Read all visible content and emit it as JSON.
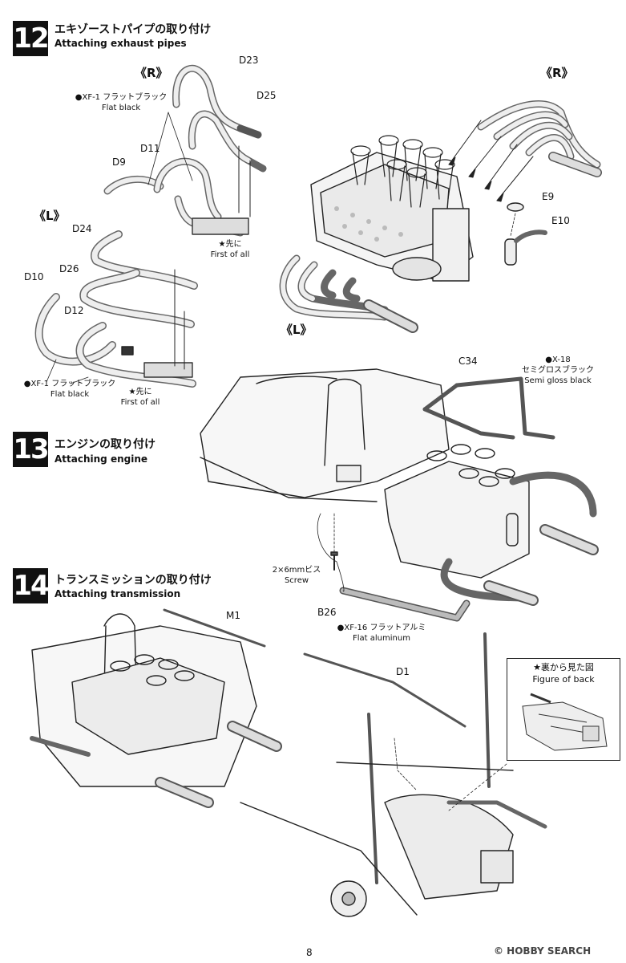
{
  "steps": [
    {
      "number": "12",
      "title_jp": "エキゾーストパイプの取り付け",
      "title_en": "Attaching exhaust pipes"
    },
    {
      "number": "13",
      "title_jp": "エンジンの取り付け",
      "title_en": "Attaching engine"
    },
    {
      "number": "14",
      "title_jp": "トランスミッションの取り付け",
      "title_en": "Attaching transmission"
    }
  ],
  "step12": {
    "bracket_r_left": "《R》",
    "bracket_l_left": "《L》",
    "bracket_r_right": "《R》",
    "bracket_l_right": "《L》",
    "parts": {
      "d23": "D23",
      "d25": "D25",
      "d11": "D11",
      "d9": "D9",
      "d24": "D24",
      "d26": "D26",
      "d10": "D10",
      "d12": "D12",
      "e9": "E9",
      "e10": "E10"
    },
    "paint_r_jp": "●XF-1 フラットブラック",
    "paint_r_en": "Flat black",
    "paint_l_jp": "●XF-1 フラットブラック",
    "paint_l_en": "Flat black",
    "first_r_jp": "★先に",
    "first_r_en": "First of all",
    "first_l_jp": "★先に",
    "first_l_en": "First of all"
  },
  "step13": {
    "part_c34": "C34",
    "paint_c34_code": "●X-18",
    "paint_c34_jp": "セミグロスブラック",
    "paint_c34_en": "Semi gloss black",
    "screw_jp": "2×6mmビス",
    "screw_en": "Screw",
    "part_b26": "B26",
    "paint_b26_jp": "●XF-16 フラットアルミ",
    "paint_b26_en": "Flat aluminum"
  },
  "step14": {
    "part_m1": "M1",
    "part_d1": "D1",
    "back_view_jp": "★裏から見た図",
    "back_view_en": "Figure of back"
  },
  "page_number": "8",
  "watermark": "© HOBBY SEARCH"
}
